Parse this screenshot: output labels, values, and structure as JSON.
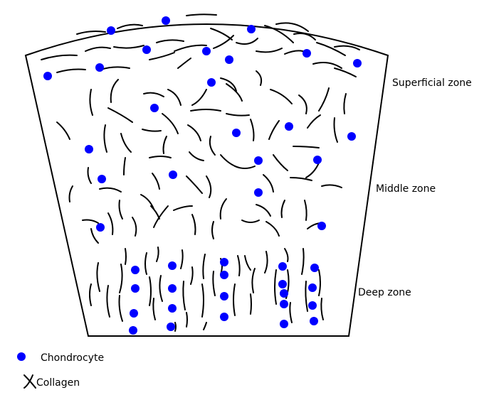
{
  "zones": {
    "superficial": "Superficial zone",
    "middle": "Middle zone",
    "deep": "Deep zone"
  },
  "legend": {
    "chondrocyte": "Chondrocyte",
    "collagen": "Collagen"
  },
  "colors": {
    "chondrocyte": "#0000ff",
    "collagen": "#000000",
    "outline": "#000000"
  }
}
